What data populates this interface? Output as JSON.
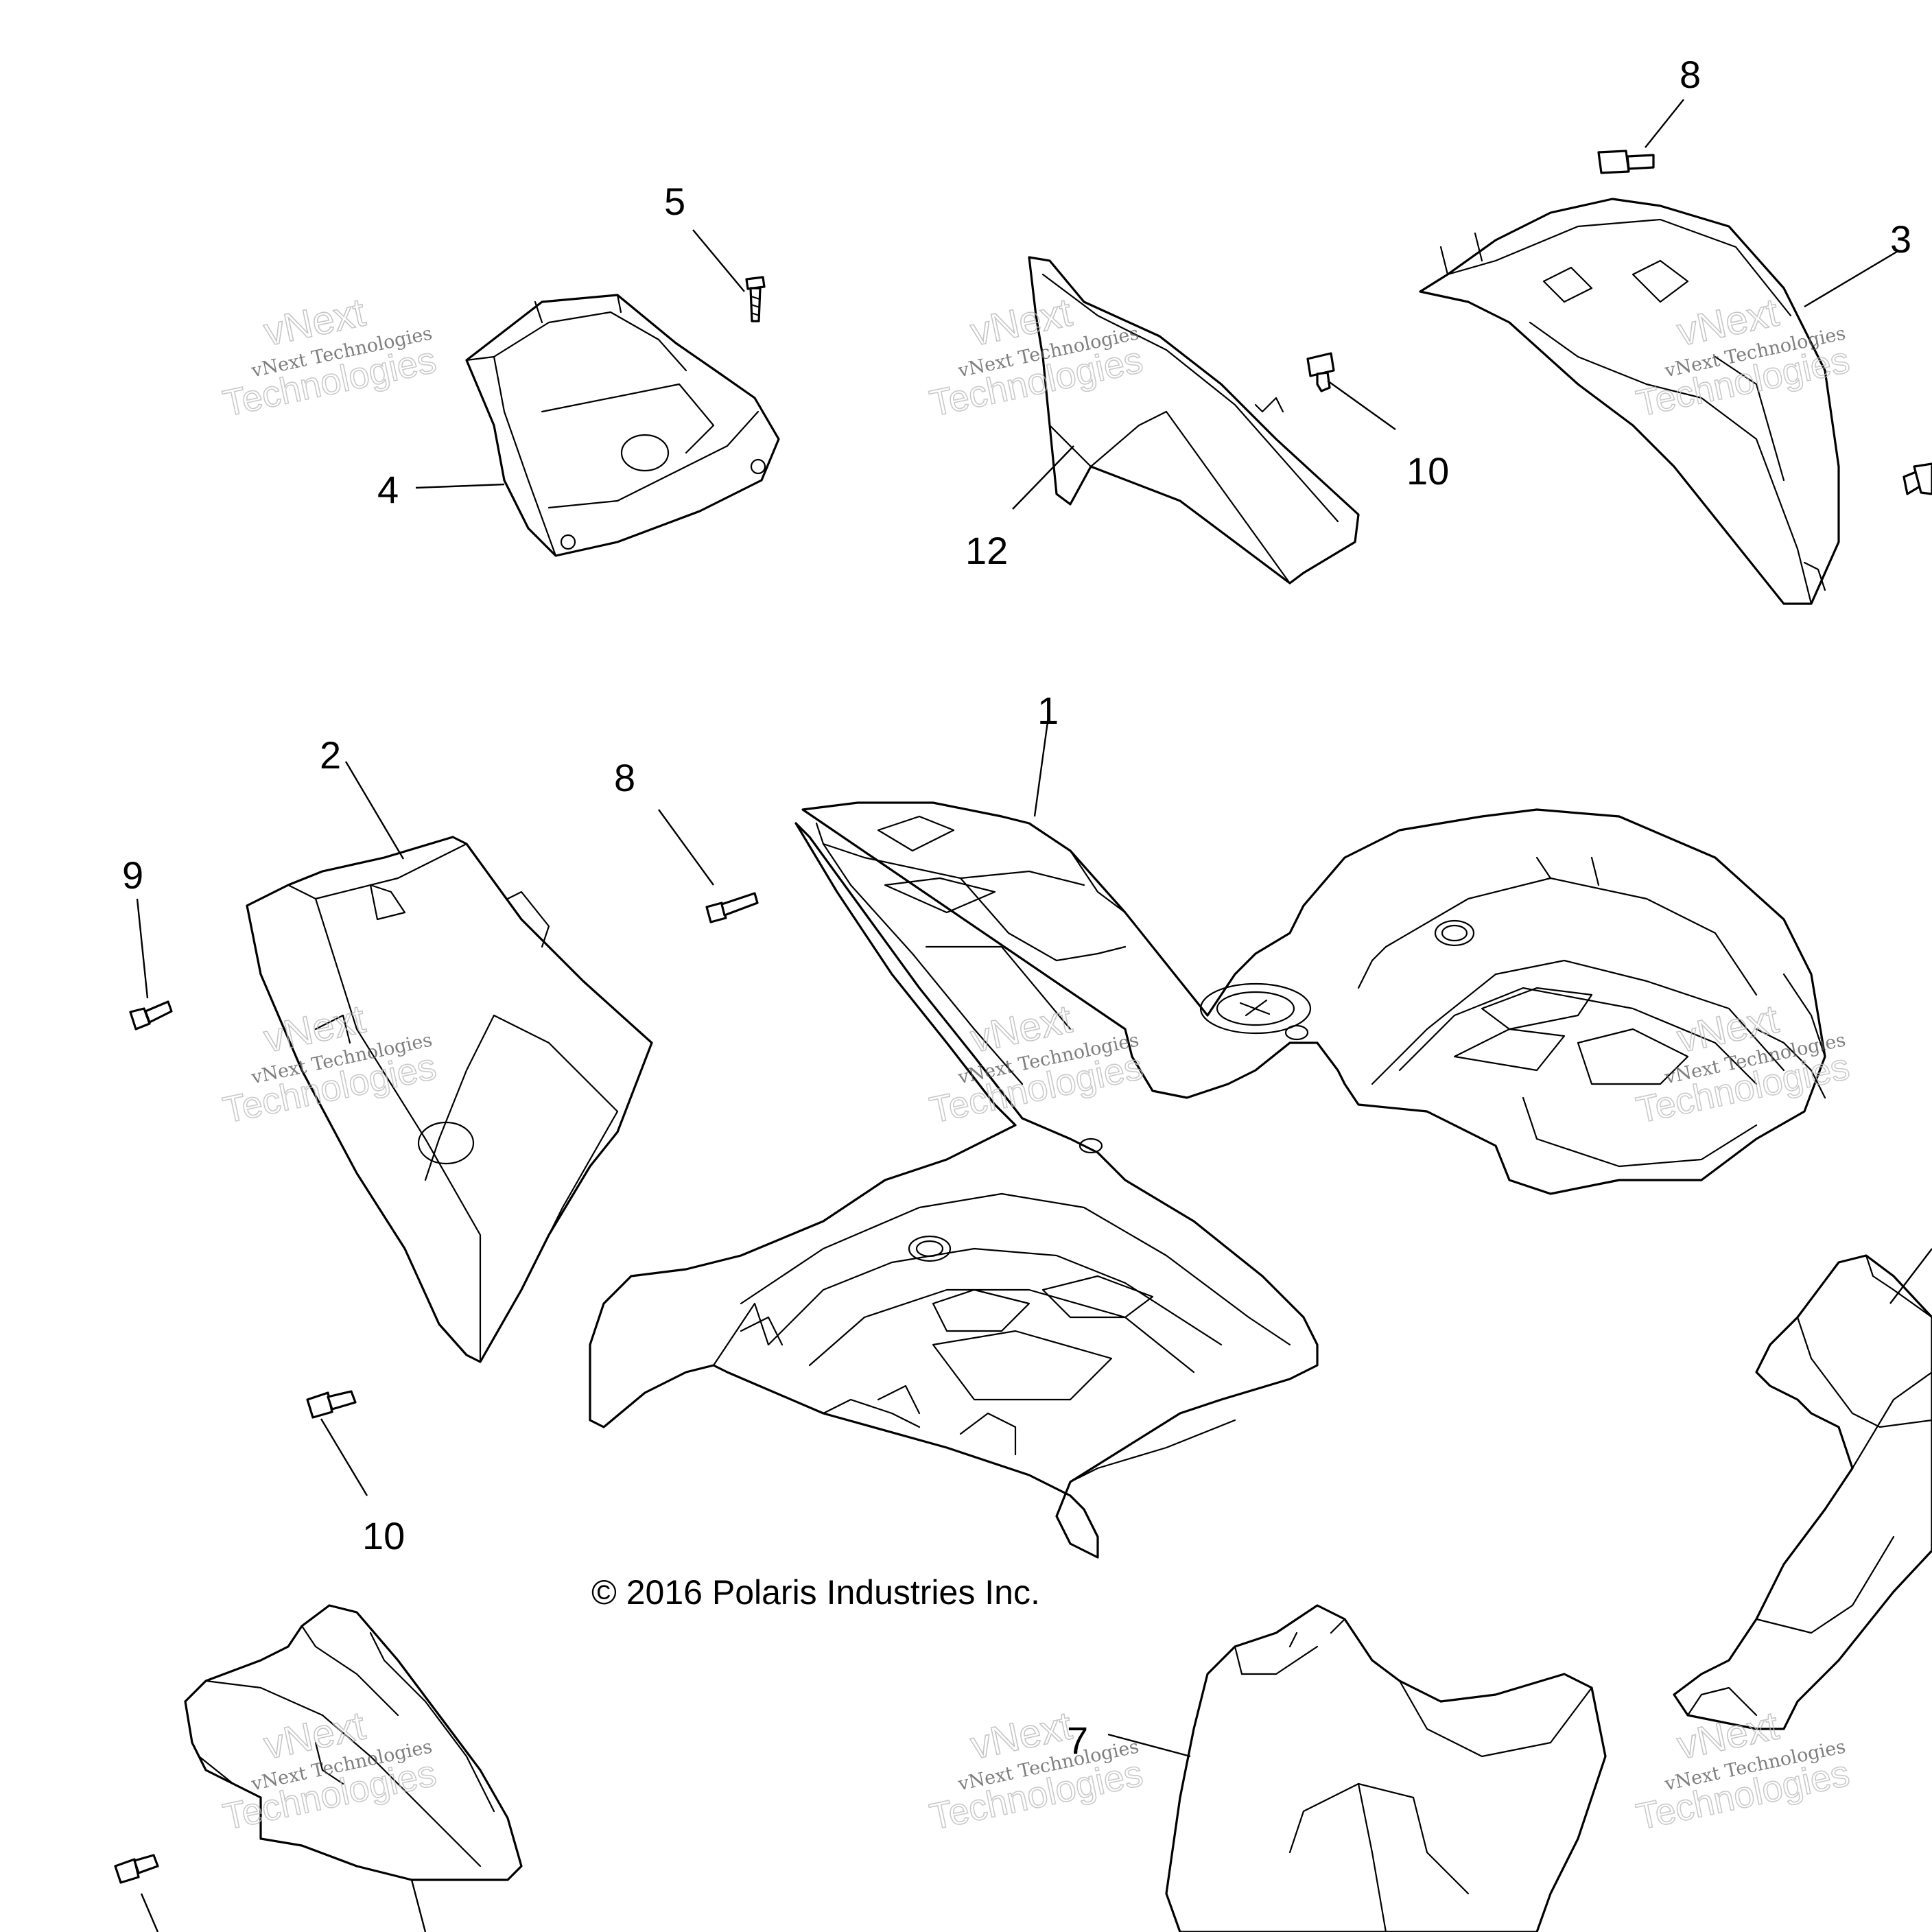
{
  "diagram": {
    "callouts": [
      "1",
      "2",
      "3",
      "4",
      "5",
      "7",
      "8",
      "8",
      "9",
      "10",
      "10",
      "12"
    ],
    "copyright": "© 2016 Polaris Industries Inc.",
    "watermark": {
      "line_top": "vNext",
      "line_mid": "vNext Technologies",
      "line_big": "Technologies"
    }
  }
}
